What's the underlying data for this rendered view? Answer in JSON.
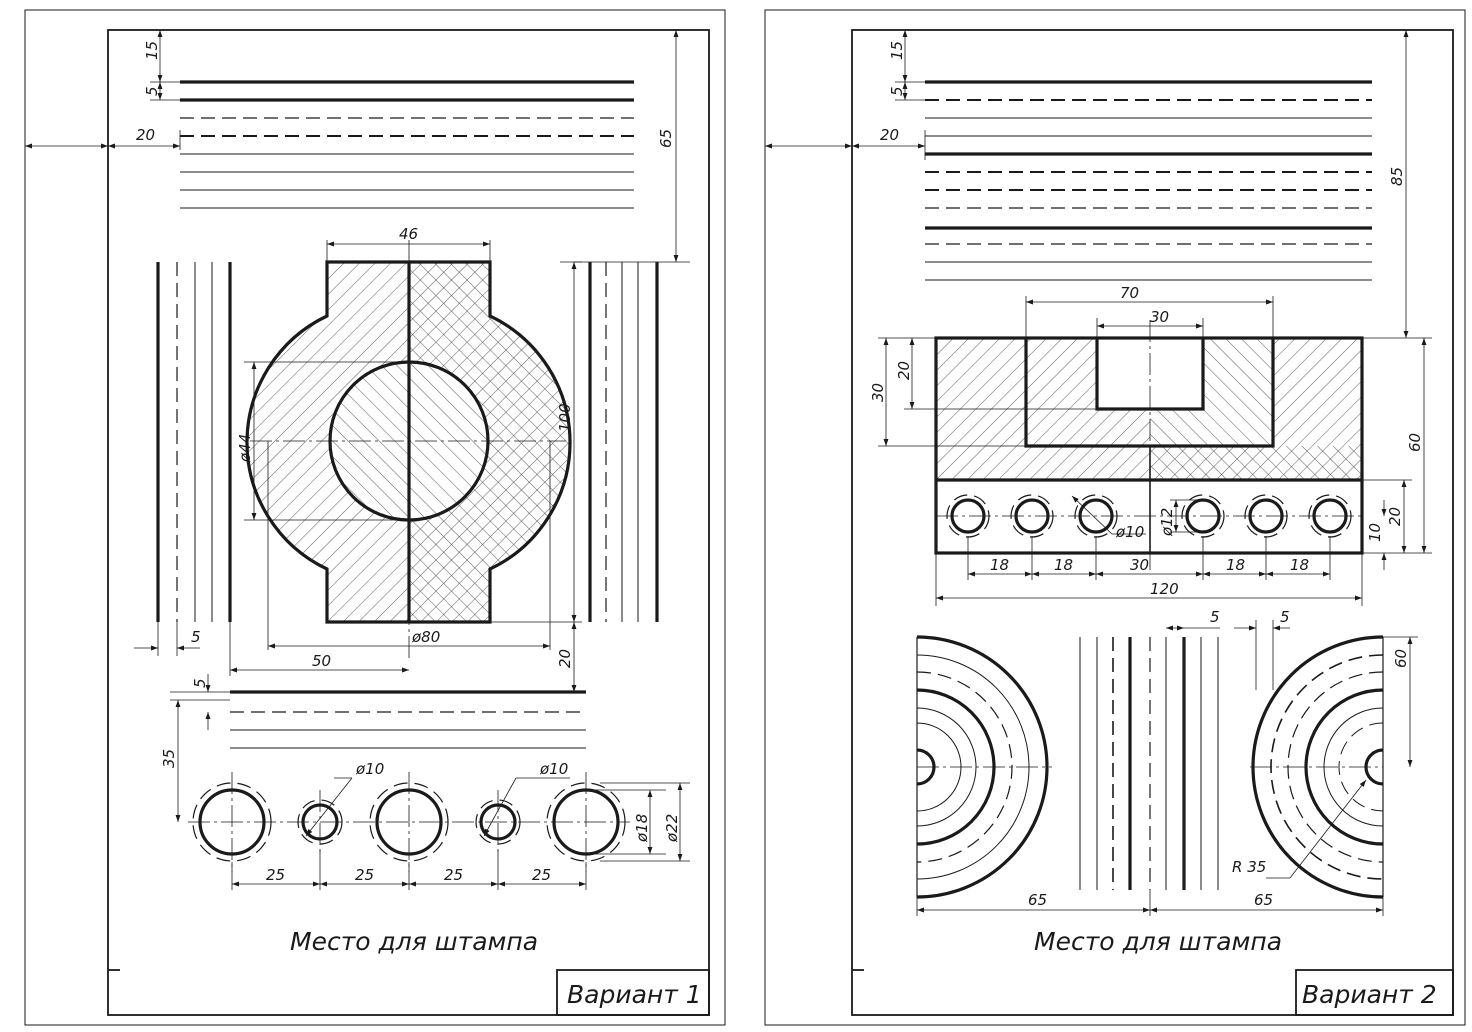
{
  "sheets": [
    {
      "variant_label": "Вариант 1",
      "stamp_text": "Место для штампа",
      "dims": {
        "d15": "15",
        "d5a": "5",
        "d20": "20",
        "d65": "65",
        "d46": "46",
        "d44": "ø44",
        "d100": "100",
        "d5b": "5",
        "d80": "ø80",
        "d50": "50",
        "d20b": "20",
        "d5c": "5",
        "d35": "35",
        "d10a": "ø10",
        "d10b": "ø10",
        "d18": "ø18",
        "d22": "ø22",
        "d25a": "25",
        "d25b": "25",
        "d25c": "25",
        "d25d": "25"
      }
    },
    {
      "variant_label": "Вариант 2",
      "stamp_text": "Место для штампа",
      "dims": {
        "d15": "15",
        "d5a": "5",
        "d20": "20",
        "d85": "85",
        "d70": "70",
        "d30top": "30",
        "d30left": "30",
        "d20left": "20",
        "d60": "60",
        "d10circ": "ø10",
        "d12": "ø12",
        "d20r": "20",
        "d10r": "10",
        "d18a": "18",
        "d18b": "18",
        "d30": "30",
        "d18c": "18",
        "d18d": "18",
        "d120": "120",
        "d5a2": "5",
        "d5b2": "5",
        "d60b": "60",
        "dR35": "R 35",
        "d65a": "65",
        "d65b": "65"
      }
    }
  ]
}
